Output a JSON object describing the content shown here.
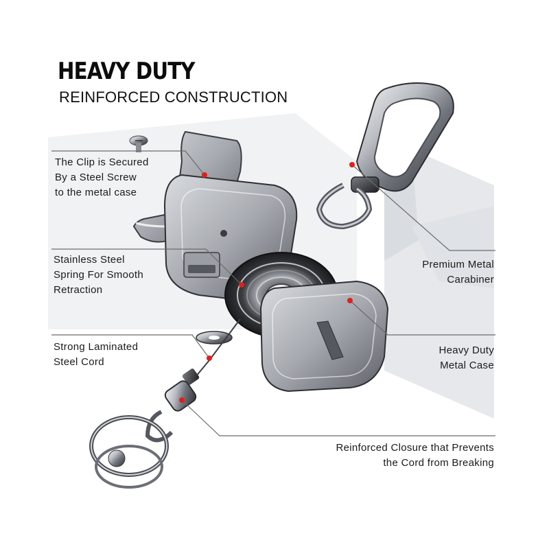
{
  "heading": {
    "title": "HEAVY DUTY",
    "subtitle": "REINFORCED CONSTRUCTION"
  },
  "callouts": {
    "clip": "The Clip is Secured\nBy a Steel Screw\nto the metal case",
    "spring": "Stainless Steel\nSpring For Smooth\nRetraction",
    "cord": "Strong Laminated\nSteel Cord",
    "carabiner": "Premium Metal\nCarabiner",
    "case": "Heavy Duty\nMetal Case",
    "closure": "Reinforced Closure that Prevents\nthe Cord from Breaking"
  },
  "colors": {
    "marker": "#e0201c",
    "metal_dark": "#3e4045",
    "metal_light": "#c9ccd1",
    "leader_line": "#6b6b6b",
    "background_panel": "#eceef1"
  }
}
